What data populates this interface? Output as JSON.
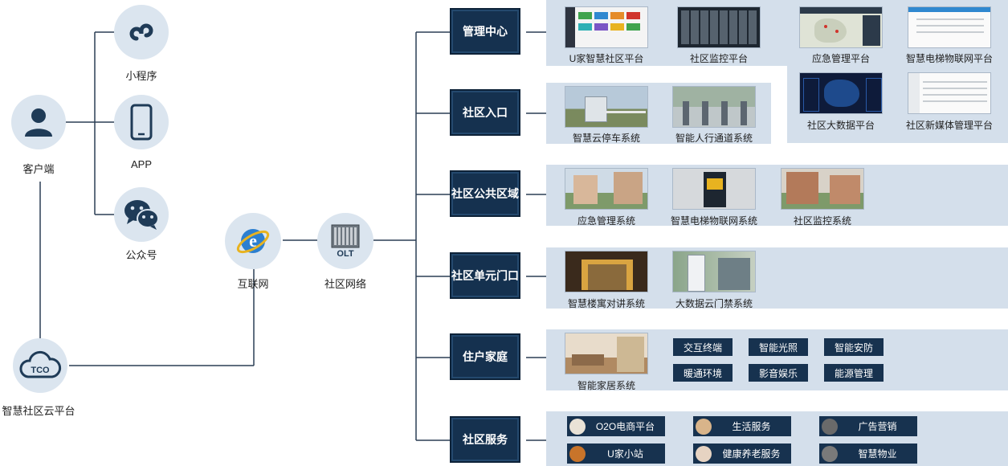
{
  "nodes": {
    "client": "客户端",
    "mini_program": "小程序",
    "app": "APP",
    "wechat": "公众号",
    "internet": "互联网",
    "community_network": "社区网络",
    "olt_badge": "OLT",
    "cloud_platform": "智慧社区云平台",
    "cloud_badge": "TCO"
  },
  "categories": {
    "mgmt": "管理中心",
    "entrance": "社区入口",
    "public": "社区公共区域",
    "unit_door": "社区单元门口",
    "home": "住户家庭",
    "service": "社区服务"
  },
  "mgmt_items": [
    "U家智慧社区平台",
    "社区监控平台",
    "应急管理平台",
    "智慧电梯物联网平台",
    "社区大数据平台",
    "社区新媒体管理平台"
  ],
  "entrance_items": [
    "智慧云停车系统",
    "智能人行通道系统"
  ],
  "public_items": [
    "应急管理系统",
    "智慧电梯物联网系统",
    "社区监控系统"
  ],
  "unit_items": [
    "智慧楼寓对讲系统",
    "大数据云门禁系统"
  ],
  "home_item": "智能家居系统",
  "home_tags": [
    "交互终端",
    "智能光照",
    "智能安防",
    "暖通环境",
    "影音娱乐",
    "能源管理"
  ],
  "services": [
    "O2O电商平台",
    "生活服务",
    "广告营销",
    "U家小站",
    "健康养老服务",
    "智慧物业"
  ],
  "colors": {
    "category_bg": "#15314f",
    "panel_bg": "#d4dfeb",
    "node_circle": "#dbe5ef",
    "icon_dark": "#1f3b57"
  }
}
